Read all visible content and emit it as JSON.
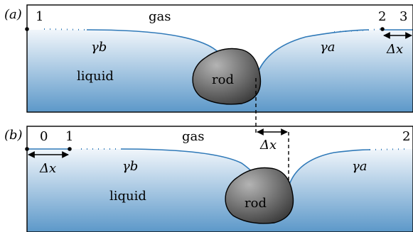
{
  "panels": [
    {
      "tag": "(a)",
      "gas": "gas",
      "liquid": "liquid",
      "rod": "rod",
      "gamma_left": "γb",
      "gamma_right": "γa",
      "point_left": "1",
      "point_right_1": "2",
      "point_right_2": "3",
      "shift_label": "Δx"
    },
    {
      "tag": "(b)",
      "gas": "gas",
      "liquid": "liquid",
      "rod": "rod",
      "gamma_left": "γb",
      "gamma_right": "γa",
      "point_left_0": "0",
      "point_left_1": "1",
      "point_right": "2",
      "shift_label_left": "Δx",
      "shift_label_mid": "Δx"
    }
  ],
  "colors": {
    "liquid_top": "#e9f2fa",
    "liquid_bottom": "#5a97c8",
    "interface": "#2f79b8",
    "rod_light": "#9a9a9a",
    "rod_dark": "#3c3c3c"
  }
}
